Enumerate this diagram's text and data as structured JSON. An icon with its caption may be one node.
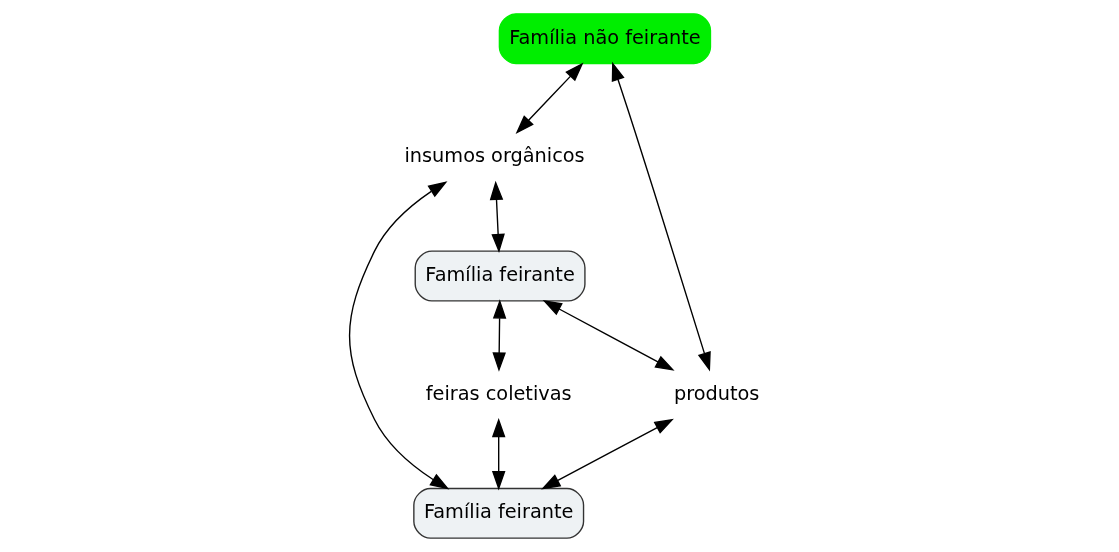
{
  "diagram": {
    "nodes": [
      {
        "text": [
          "Família não feirante"
        ]
      },
      {
        "text": [
          "insumos orgânicos"
        ]
      },
      {
        "text": [
          "Família feirante"
        ]
      },
      {
        "text": [
          "produtos"
        ]
      },
      {
        "text": [
          "feiras coletivas"
        ]
      },
      {
        "text": [
          "Família feirante"
        ]
      }
    ],
    "edges": [
      {
        "from": 0,
        "to": 1,
        "arrow": "both"
      },
      {
        "from": 0,
        "to": 3,
        "arrow": "both"
      },
      {
        "from": 1,
        "to": 2,
        "arrow": "both"
      },
      {
        "from": 2,
        "to": 3,
        "arrow": "both"
      },
      {
        "from": 2,
        "to": 4,
        "arrow": "both"
      },
      {
        "from": 3,
        "to": 5,
        "arrow": "both"
      },
      {
        "from": 1,
        "to": 5,
        "arrow": "both"
      },
      {
        "from": 4,
        "to": 5,
        "arrow": "both"
      }
    ]
  }
}
